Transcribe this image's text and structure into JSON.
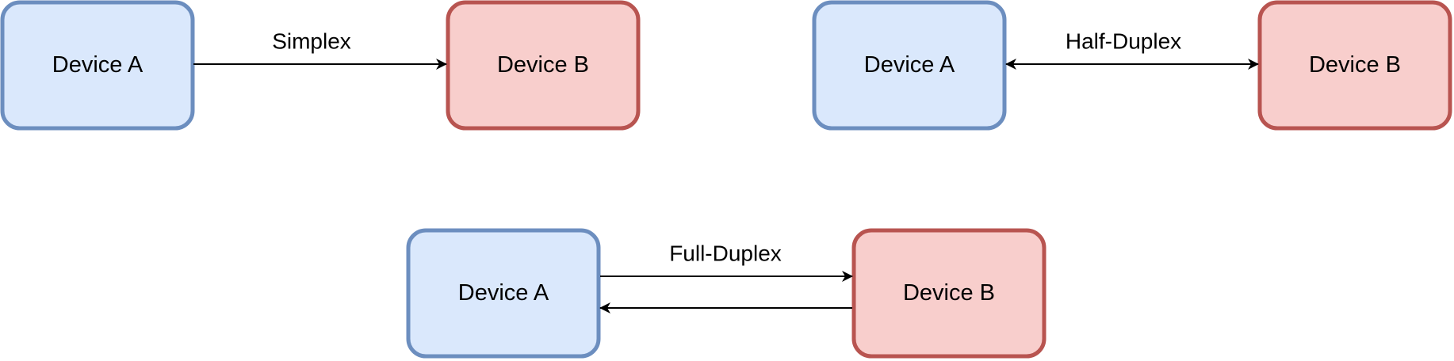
{
  "colors": {
    "device_a_fill": "#dae8fc",
    "device_a_stroke": "#6c8ebf",
    "device_b_fill": "#f8cecc",
    "device_b_stroke": "#b85450",
    "edge": "#000000"
  },
  "simplex": {
    "label": "Simplex",
    "device_a": "Device A",
    "device_b": "Device B",
    "direction": "A to B"
  },
  "half_duplex": {
    "label": "Half-Duplex",
    "device_a": "Device A",
    "device_b": "Device B",
    "direction": "bidirectional, one line"
  },
  "full_duplex": {
    "label": "Full-Duplex",
    "device_a": "Device A",
    "device_b": "Device B",
    "direction": "bidirectional, two lines"
  }
}
